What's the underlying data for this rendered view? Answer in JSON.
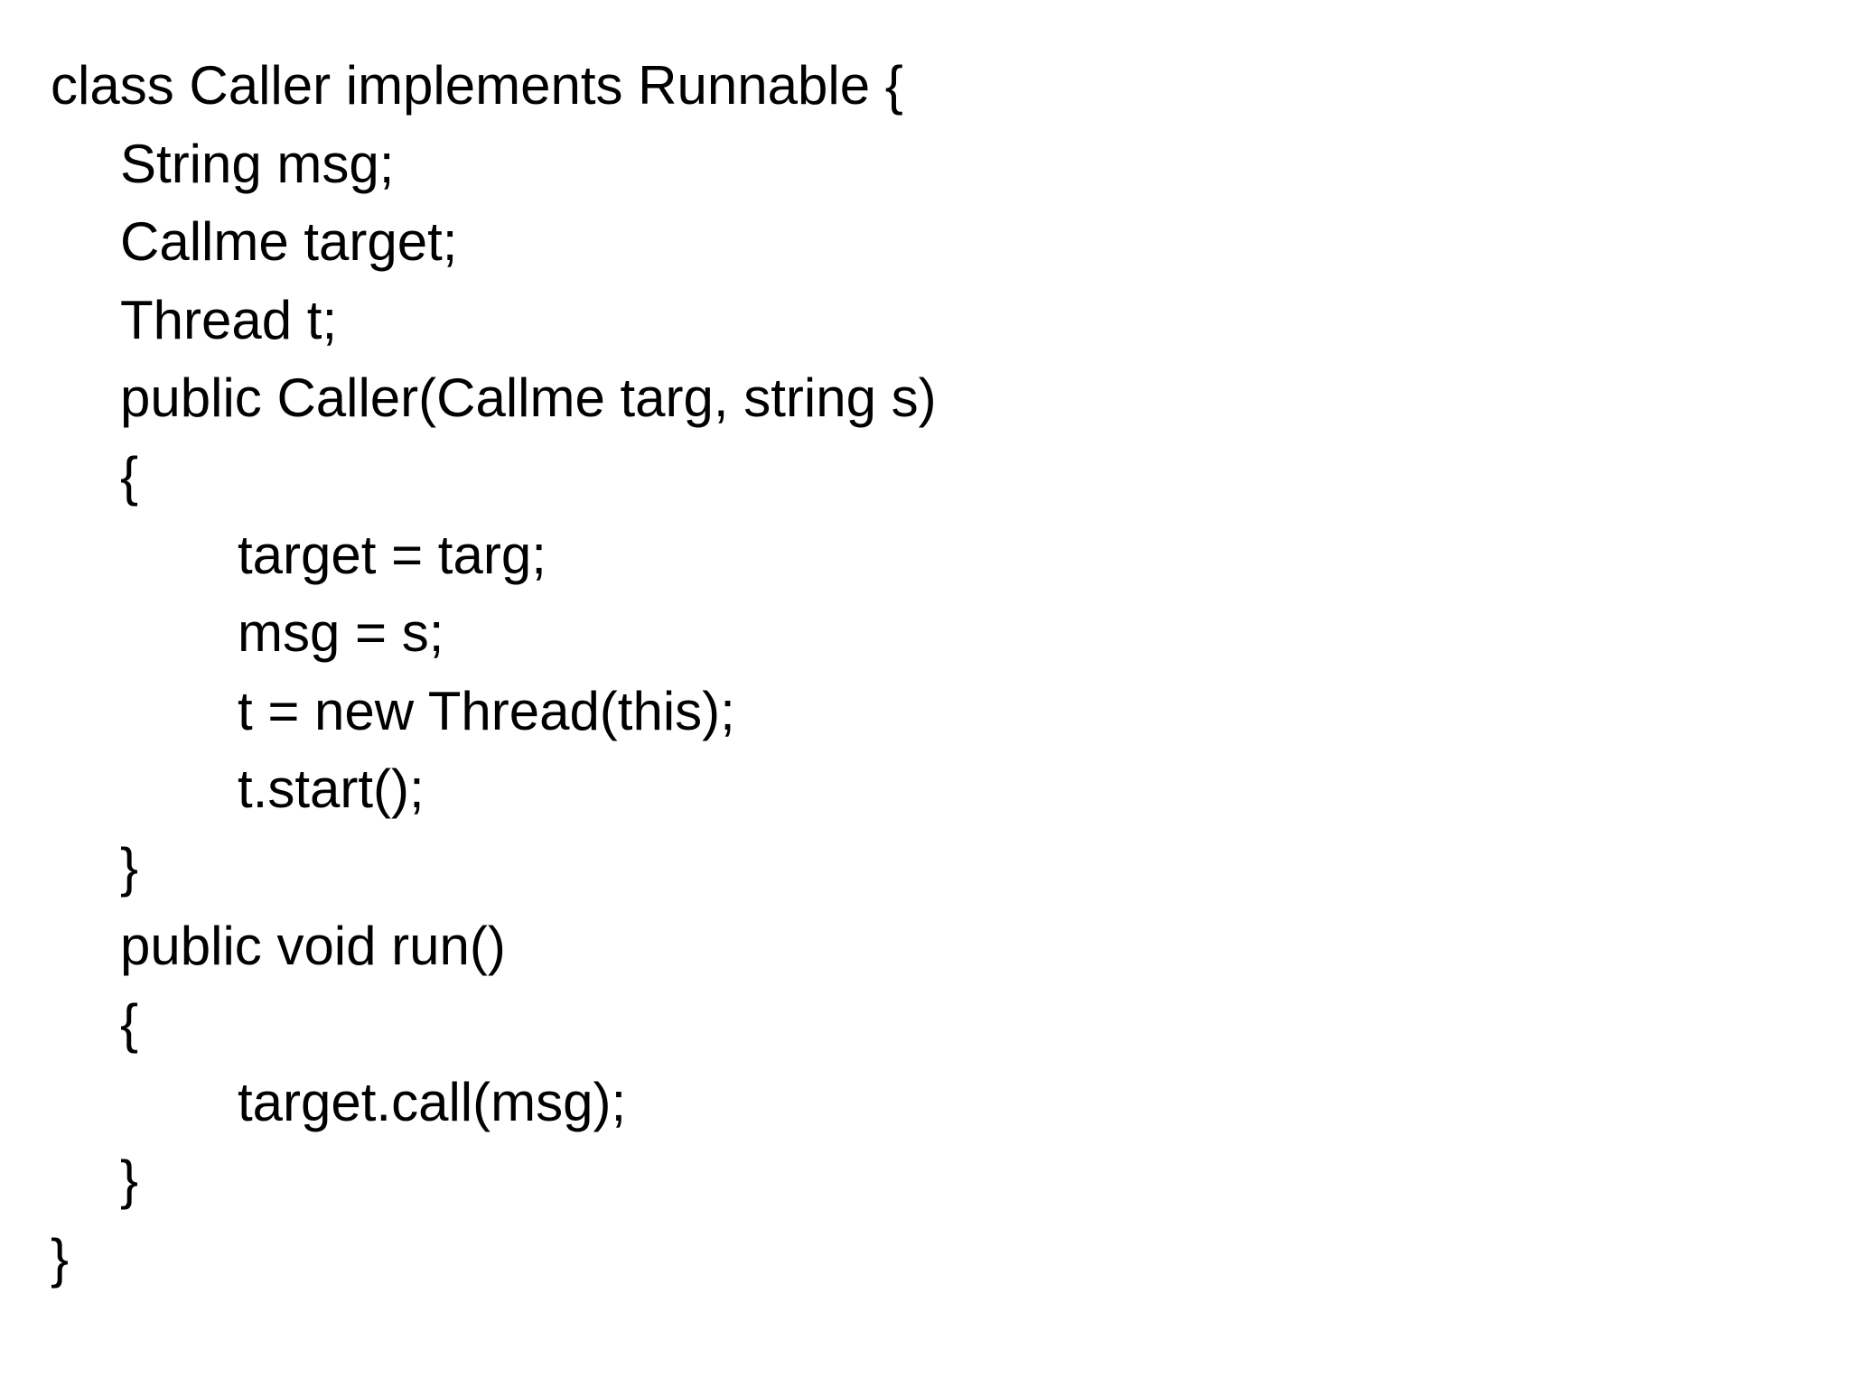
{
  "code": {
    "lines": [
      {
        "text": "class Caller implements Runnable {",
        "indent": 0
      },
      {
        "text": "String msg;",
        "indent": 1
      },
      {
        "text": "Callme target;",
        "indent": 1
      },
      {
        "text": "Thread t;",
        "indent": 1
      },
      {
        "text": "public Caller(Callme targ, string s)",
        "indent": 1
      },
      {
        "text": "{",
        "indent": 1
      },
      {
        "text": "target = targ;",
        "indent": 2
      },
      {
        "text": "msg = s;",
        "indent": 2
      },
      {
        "text": "t = new Thread(this);",
        "indent": 2
      },
      {
        "text": "t.start();",
        "indent": 2
      },
      {
        "text": "}",
        "indent": 1
      },
      {
        "text": "public void run()",
        "indent": 1
      },
      {
        "text": "{",
        "indent": 1
      },
      {
        "text": "target.call(msg);",
        "indent": 2
      },
      {
        "text": "}",
        "indent": 1
      },
      {
        "text": "}",
        "indent": 0
      }
    ]
  }
}
